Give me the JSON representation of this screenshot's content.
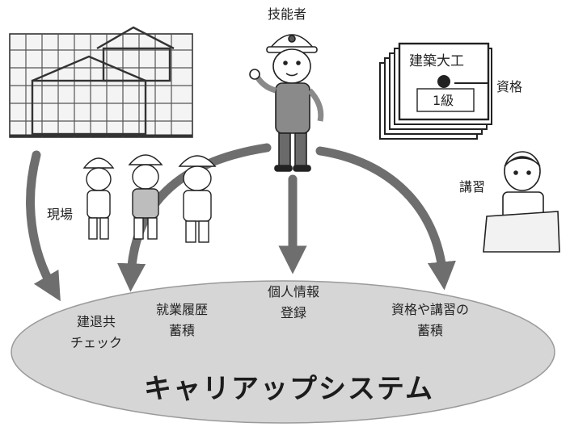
{
  "top_figure_label": "技能者",
  "qualification": {
    "card_title": "建築大工",
    "card_grade": "1級",
    "side_label": "資格"
  },
  "arrow_labels": {
    "left": "現場",
    "right": "講習"
  },
  "system": {
    "title": "キャリアップシステム",
    "items": [
      {
        "line1": "建退共",
        "line2": "チェック"
      },
      {
        "line1": "就業履歴",
        "line2": "蓄積"
      },
      {
        "line1": "個人情報",
        "line2": "登録"
      },
      {
        "line1": "資格や講習の",
        "line2": "蓄積"
      }
    ]
  },
  "colors": {
    "ellipse_fill": "#d6d6d6",
    "arrow": "#6e6e6e",
    "vest": "#8a8a8a"
  }
}
